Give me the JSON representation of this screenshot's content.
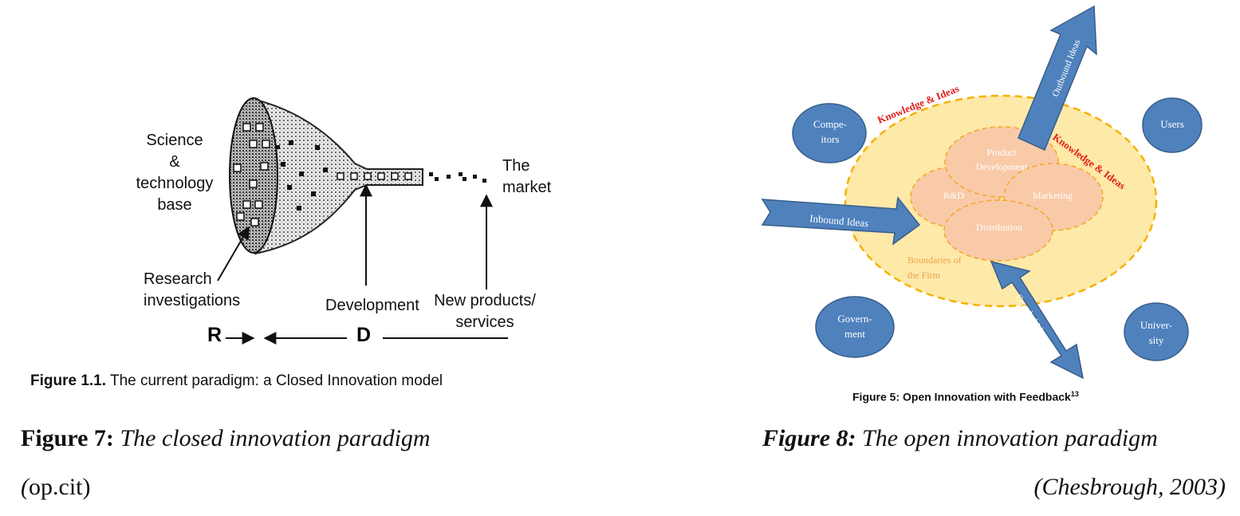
{
  "left_figure": {
    "labels": {
      "science": [
        "Science",
        "&",
        "technology",
        "base"
      ],
      "market": [
        "The",
        "market"
      ],
      "research": [
        "Research",
        "investigations"
      ],
      "development": "Development",
      "new_products": [
        "New products/",
        "services"
      ],
      "r": "R",
      "d": "D"
    },
    "inner_caption": {
      "prefix": "Figure 1.1.",
      "text": "The current paradigm: a Closed Innovation model"
    },
    "caption": {
      "prefix": "Figure 7:",
      "text": "The closed innovation paradigm",
      "source_open": "(",
      "source": "op.cit)"
    }
  },
  "right_figure": {
    "nodes": {
      "competitors": [
        "Compe-",
        "itors"
      ],
      "users": "Users",
      "government": [
        "Govern-",
        "ment"
      ],
      "university": [
        "Univer-",
        "sity"
      ],
      "product_development": [
        "Product",
        "Development"
      ],
      "rd": "R&D",
      "marketing": "Marketing",
      "distribution": "Distribution",
      "boundaries": [
        "Boundaries of",
        "the Firm"
      ]
    },
    "arrows": {
      "inbound": "Inbound Ideas",
      "outbound": "Outbound Ideas",
      "coupled": "Coupled Ideas"
    },
    "knowledge_labels": [
      "Knowledge & Ideas",
      "Knowledge & Ideas"
    ],
    "inner_caption": {
      "text": "Figure 5: Open Innovation with Feedback",
      "superscript": "13"
    },
    "caption": {
      "prefix": "Figure 8:",
      "text": "The open innovation paradigm",
      "source": "(Chesbrough, 2003)"
    },
    "colors": {
      "blue": "#4f81bd",
      "blue_dark": "#385d8a",
      "firm_fill": "#fde9a8",
      "firm_border": "#f5b100",
      "dept_fill": "#f9caa8",
      "dept_border": "#f5a623",
      "knowledge_red": "#e02020",
      "boundary_orange": "#f0a050"
    }
  }
}
